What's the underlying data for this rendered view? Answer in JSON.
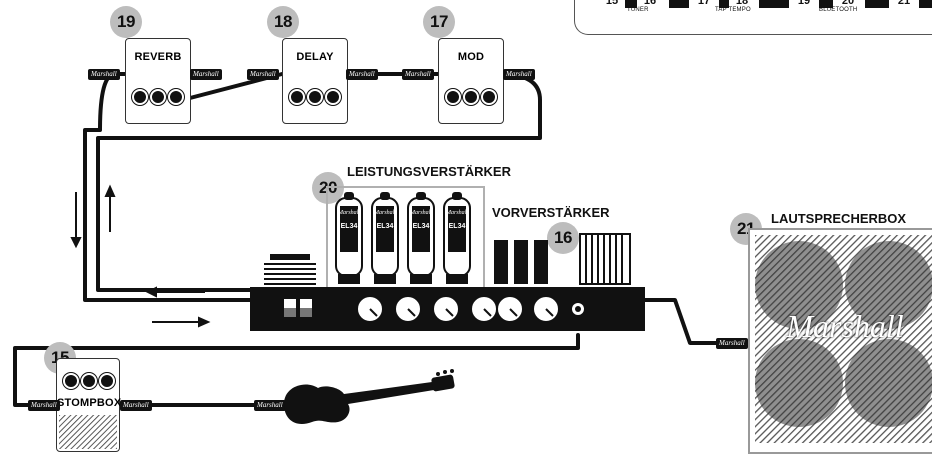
{
  "footswitch_bar": {
    "buttons": [
      "15",
      "16",
      "17",
      "18",
      "19",
      "20",
      "21"
    ],
    "captions": [
      "TUNER",
      "TAP TEMPO",
      "BLUETOOTH"
    ]
  },
  "effects_loop": {
    "pedals": [
      {
        "number": "19",
        "label": "REVERB"
      },
      {
        "number": "18",
        "label": "DELAY"
      },
      {
        "number": "17",
        "label": "MOD"
      }
    ],
    "cable_brand": "Marshall"
  },
  "amp": {
    "power_amp_number": "20",
    "power_amp_label": "LEISTUNGSVERSTÄRKER",
    "preamp_number": "16",
    "preamp_label": "VORVERSTÄRKER",
    "tubes": [
      {
        "top": "Marshall",
        "type": "EL34"
      },
      {
        "top": "Marshall",
        "type": "EL34"
      },
      {
        "top": "Marshall",
        "type": "EL34"
      },
      {
        "top": "Marshall",
        "type": "EL34"
      }
    ]
  },
  "cabinet": {
    "number": "21",
    "label": "LAUTSPRECHERBOX",
    "logo": "Marshall"
  },
  "stompbox": {
    "number": "15",
    "label": "STOMPBOX"
  },
  "colors": {
    "ink": "#111111",
    "badge": "#bdbdbd",
    "highlight_box": "#b0b0b0"
  }
}
